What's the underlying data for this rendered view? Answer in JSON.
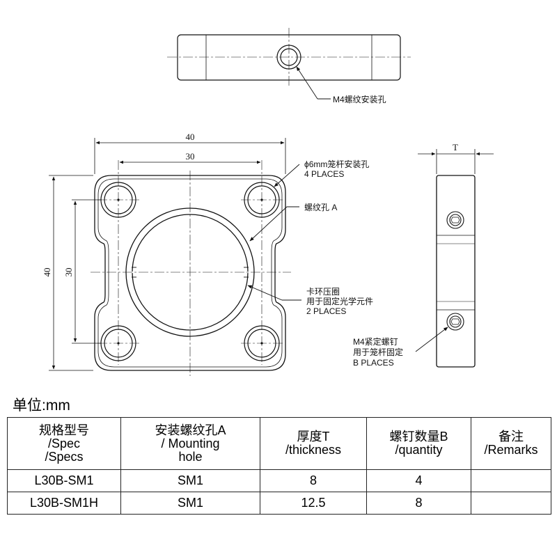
{
  "labels": {
    "m4_mount_hole": "M4螺纹安装孔",
    "cage_rod_hole_line1": "ϕ6mm笼杆安装孔",
    "cage_rod_hole_line2": "4 PLACES",
    "thread_hole": "螺纹孔 A",
    "retaining_ring_line1": "卡环压圈",
    "retaining_ring_line2": "用于固定光学元件",
    "retaining_ring_line3": "2 PLACES",
    "setscrew_line1": "M4紧定螺钉",
    "setscrew_line2": "用于笼杆固定",
    "setscrew_line3": "B PLACES"
  },
  "dimensions": {
    "outer_width": "40",
    "hole_spacing_x": "30",
    "outer_height": "40",
    "hole_spacing_y": "30",
    "thickness": "T"
  },
  "unit_label": "单位:mm",
  "table": {
    "headers": [
      [
        "规格型号",
        "/Spec",
        "/Specs"
      ],
      [
        "安装螺纹孔A",
        "/ Mounting",
        "hole"
      ],
      [
        "厚度T",
        "/thickness"
      ],
      [
        "螺钉数量B",
        "/quantity"
      ],
      [
        "备注",
        "/Remarks"
      ]
    ],
    "rows": [
      [
        "L30B-SM1",
        "SM1",
        "8",
        "4",
        ""
      ],
      [
        "L30B-SM1H",
        "SM1",
        "12.5",
        "8",
        ""
      ]
    ]
  }
}
